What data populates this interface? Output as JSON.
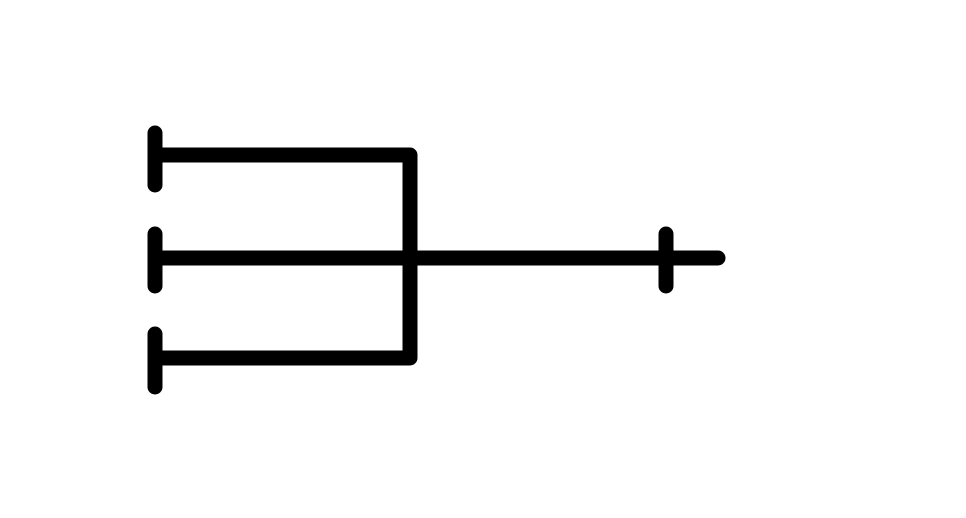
{
  "diagram": {
    "background_color": "#ffffff",
    "stroke_color": "#000000",
    "inputs": [
      {
        "name": "input-top"
      },
      {
        "name": "input-middle"
      },
      {
        "name": "input-bottom"
      }
    ],
    "output": {
      "name": "output"
    }
  }
}
